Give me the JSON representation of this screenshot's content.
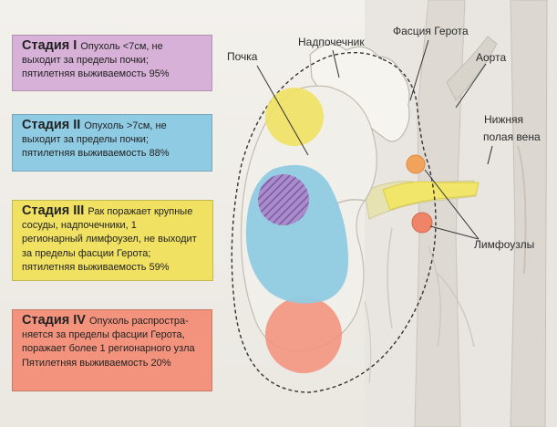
{
  "stages": [
    {
      "title": "Стадия I",
      "lines": [
        "Опухоль <7см, не",
        "выходит за пределы почки;",
        "пятилетняя выживаемость 95%"
      ],
      "color": "#d7b1d8"
    },
    {
      "title": "Стадия II",
      "lines": [
        "Опухоль >7см, не",
        "выходит за пределы почки;",
        "пятилетняя выживаемость 88%"
      ],
      "color": "#8fcbe3"
    },
    {
      "title": "Стадия III",
      "lines": [
        "Рак поражает крупные",
        "сосуды, надпочечники, 1",
        "регионарный лимфоузел, не выходит",
        "за пределы фасции Герота;",
        "пятилетняя выживаемость 59%"
      ],
      "color": "#f0e163"
    },
    {
      "title": "Стадия IV",
      "lines": [
        "Опухоль распростра-",
        "няется за пределы фасции Герота,",
        "поражает более 1 регионарного узла",
        "Пятилетняя выживаемость 20%"
      ],
      "color": "#f3937d"
    }
  ],
  "labels": {
    "kidney": "Почка",
    "adrenal": "Надпочечник",
    "gerota_fascia": "Фасция Герота",
    "aorta": "Аорта",
    "vena_cava_line1": "Нижняя",
    "vena_cava_line2": "полая вена",
    "lymph_nodes": "Лимфоузлы"
  }
}
